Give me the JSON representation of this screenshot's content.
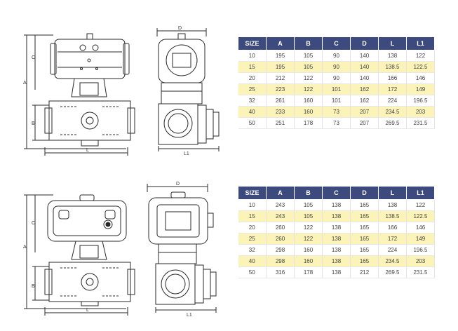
{
  "colors": {
    "header_bg": "#3d4a7d",
    "header_text": "#ffffff",
    "highlight_row": "#fbf3b8",
    "line": "#2a2a2a"
  },
  "pneumatic": {
    "dims": {
      "c": "C",
      "a": "A",
      "b": "B",
      "l": "L",
      "d": "D",
      "l1": "L1"
    },
    "table": {
      "headers": [
        "SIZE",
        "A",
        "B",
        "C",
        "D",
        "L",
        "L1"
      ],
      "rows": [
        [
          "10",
          "195",
          "105",
          "90",
          "140",
          "138",
          "122"
        ],
        [
          "15",
          "195",
          "105",
          "90",
          "140",
          "138.5",
          "122.5"
        ],
        [
          "20",
          "212",
          "122",
          "90",
          "140",
          "166",
          "146"
        ],
        [
          "25",
          "223",
          "122",
          "101",
          "162",
          "172",
          "149"
        ],
        [
          "32",
          "261",
          "160",
          "101",
          "162",
          "224",
          "196.5"
        ],
        [
          "40",
          "233",
          "160",
          "73",
          "207",
          "234.5",
          "203"
        ],
        [
          "50",
          "251",
          "178",
          "73",
          "207",
          "269.5",
          "231.5"
        ]
      ]
    }
  },
  "electric": {
    "dims": {
      "c": "C",
      "a": "A",
      "b": "B",
      "l": "L",
      "d": "D",
      "l1": "L1"
    },
    "table": {
      "headers": [
        "SIZE",
        "A",
        "B",
        "C",
        "D",
        "L",
        "L1"
      ],
      "rows": [
        [
          "10",
          "243",
          "105",
          "138",
          "165",
          "138",
          "122"
        ],
        [
          "15",
          "243",
          "105",
          "138",
          "165",
          "138.5",
          "122.5"
        ],
        [
          "20",
          "260",
          "122",
          "138",
          "165",
          "166",
          "146"
        ],
        [
          "25",
          "260",
          "122",
          "138",
          "165",
          "172",
          "149"
        ],
        [
          "32",
          "298",
          "160",
          "138",
          "165",
          "224",
          "196.5"
        ],
        [
          "40",
          "298",
          "160",
          "138",
          "165",
          "234.5",
          "203"
        ],
        [
          "50",
          "316",
          "178",
          "138",
          "212",
          "269.5",
          "231.5"
        ]
      ]
    }
  }
}
